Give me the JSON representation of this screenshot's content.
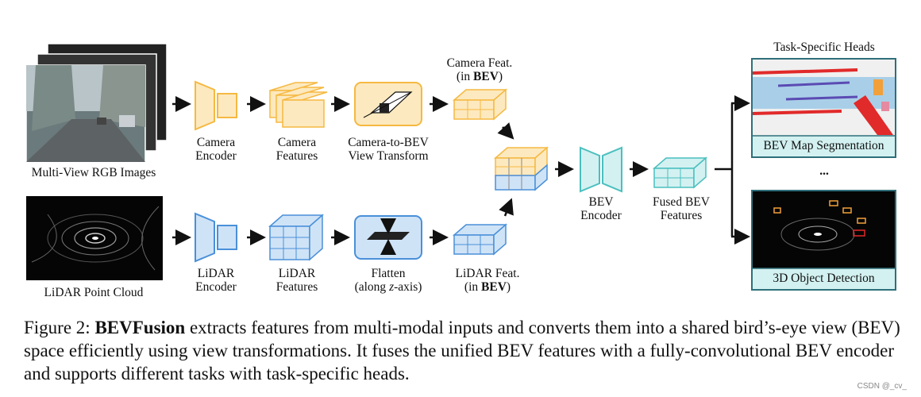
{
  "inputs": {
    "rgb_label": "Multi-View RGB Images",
    "lidar_label": "LiDAR Point Cloud"
  },
  "camera_branch": {
    "encoder": [
      "Camera",
      "Encoder"
    ],
    "features": [
      "Camera",
      "Features"
    ],
    "transform": [
      "Camera-to-BEV",
      "View Transform"
    ],
    "bev_feat": {
      "line1": "Camera Feat.",
      "line2_pre": "(in ",
      "line2_bold": "BEV",
      "line2_post": ")"
    }
  },
  "lidar_branch": {
    "encoder": [
      "LiDAR",
      "Encoder"
    ],
    "features": [
      "LiDAR",
      "Features"
    ],
    "flatten": {
      "line1": "Flatten",
      "line2_pre": "(along ",
      "line2_italic": "z",
      "line2_post": "-axis)"
    },
    "bev_feat": {
      "line1": "LiDAR Feat.",
      "line2_pre": "(in ",
      "line2_bold": "BEV",
      "line2_post": ")"
    }
  },
  "fusion": {
    "encoder": [
      "BEV",
      "Encoder"
    ],
    "fused": [
      "Fused BEV",
      "Features"
    ]
  },
  "heads": {
    "title": "Task-Specific Heads",
    "segmentation": "BEV Map Segmentation",
    "ellipsis": "...",
    "detection": "3D Object Detection"
  },
  "caption": {
    "prefix": "Figure 2: ",
    "bold": "BEVFusion",
    "text": " extracts features from multi-modal inputs and converts them into a shared bird’s-eye view (BEV) space efficiently using view transformations. It fuses the unified BEV features with a fully-convolutional BEV encoder and supports different tasks with task-specific heads."
  },
  "watermark": "CSDN @_cv_",
  "colors": {
    "camera": "#f5b942",
    "camera_fill": "#fde9bf",
    "lidar": "#4a90d9",
    "lidar_fill": "#cfe3f7",
    "fused": "#4bbfbf",
    "fused_fill": "#d3f1f1"
  }
}
